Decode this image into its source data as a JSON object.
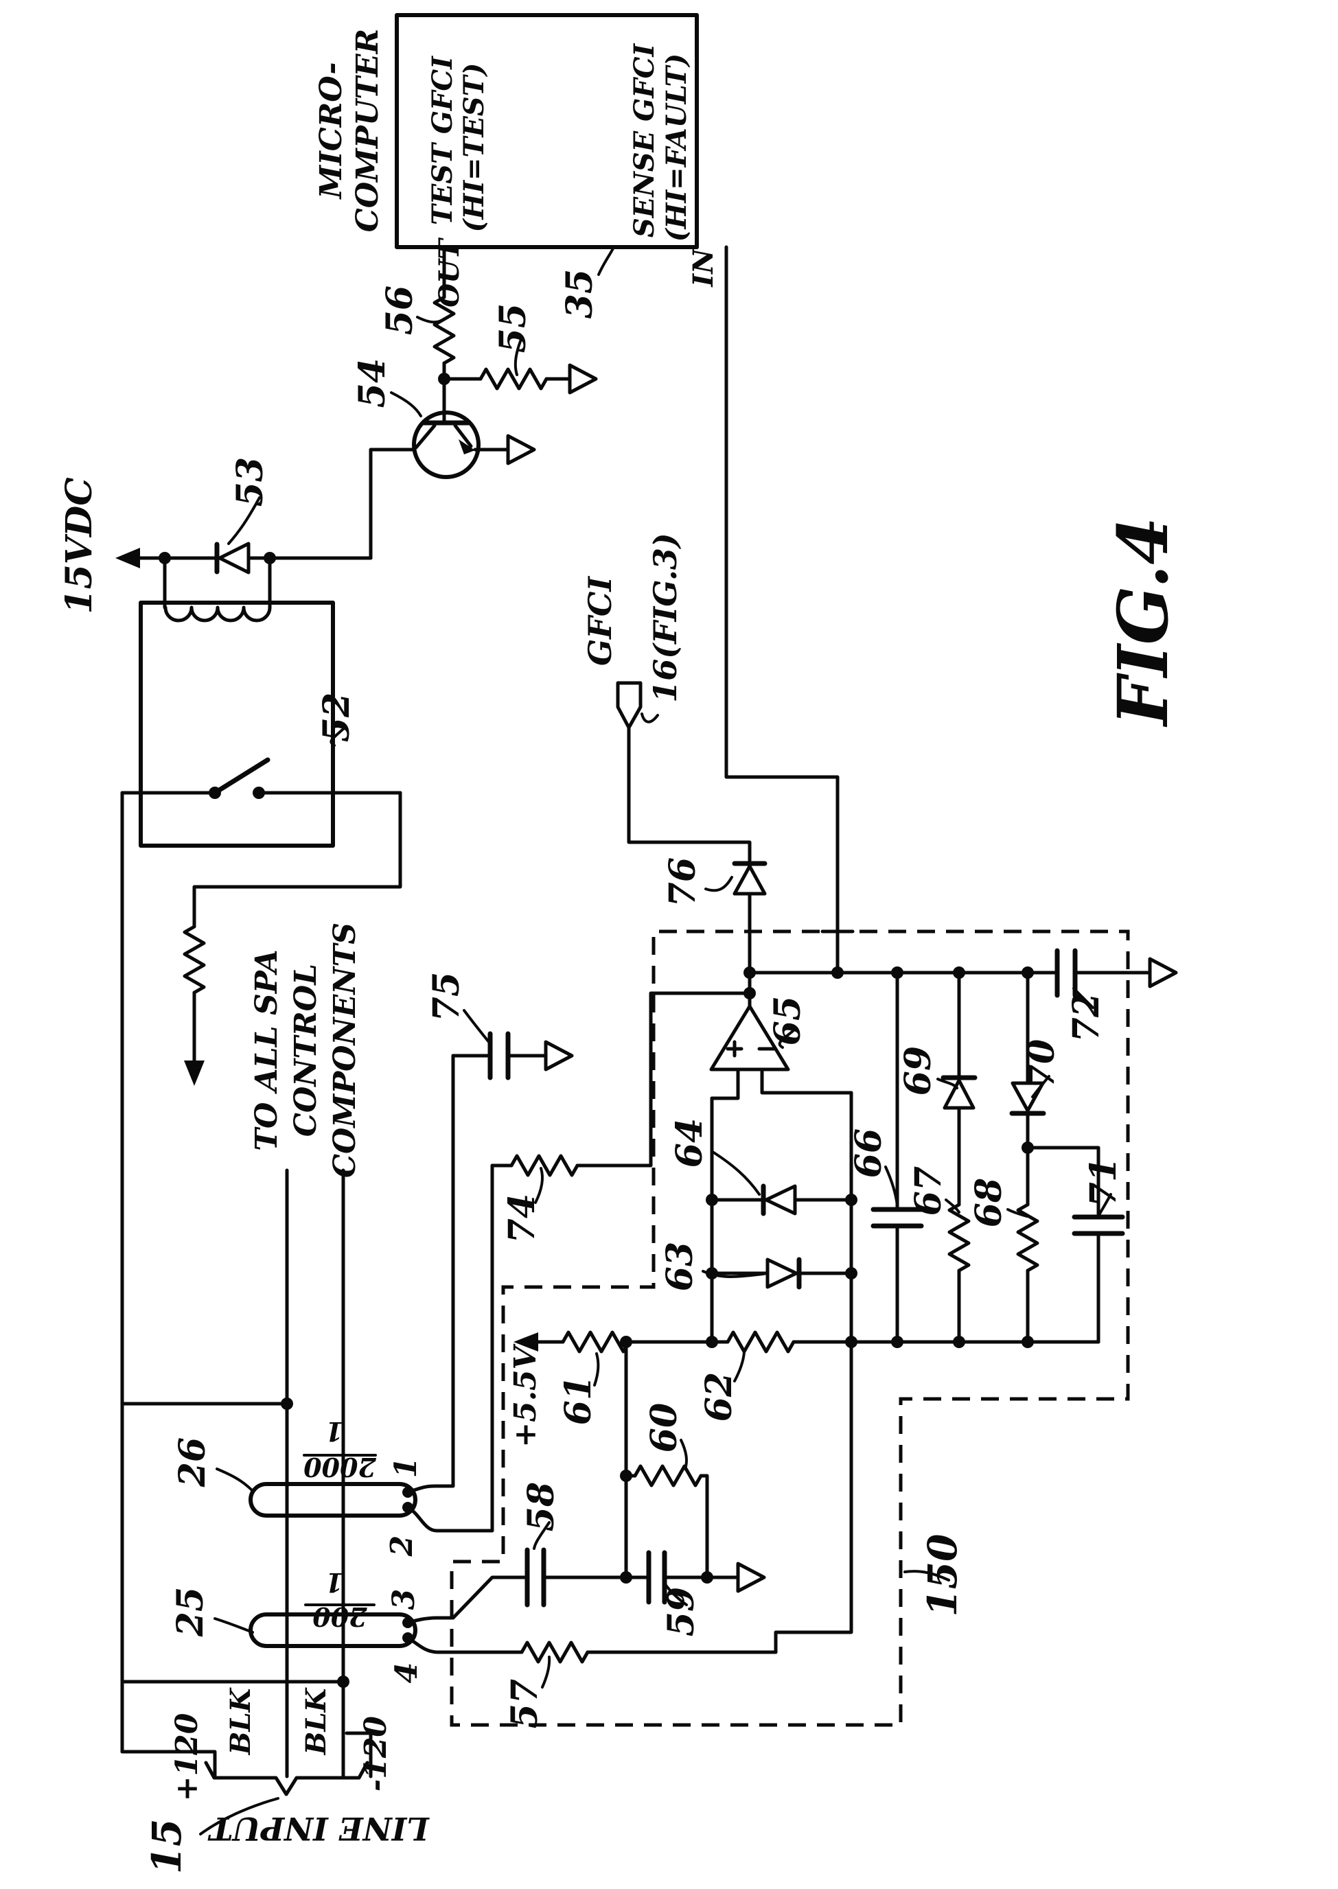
{
  "figure": {
    "type": "patent-circuit-schematic",
    "caption": "FIG.4",
    "orientation": "rotated-90-ccw",
    "ink_color": "#0a0a0a",
    "paper_color": "#ffffff"
  },
  "microcomputer": {
    "name_line1": "MICRO-",
    "name_line2": "COMPUTER",
    "ref": "35",
    "pin_out_label": "OUT",
    "pin_in_label": "IN",
    "out_function_line1": "TEST GFCI",
    "out_function_line2": "(HI=TEST)",
    "in_function_line1": "SENSE GFCI",
    "in_function_line2": "(HI=FAULT)"
  },
  "labels": {
    "micro1": "MICRO-",
    "micro2": "COMPUTER",
    "test1": "TEST GFCI",
    "test2": "(HI=TEST)",
    "sense1": "SENSE GFCI",
    "sense2": "(HI=FAULT)",
    "out": "OUT",
    "in_pin": "IN",
    "n35": "35",
    "n56": "56",
    "n54": "54",
    "n55": "55",
    "n53": "53",
    "v15vdc": "15VDC",
    "n52": "52",
    "gfci": "GFCI",
    "gfci_ref": "16(FIG.3)",
    "fig4": "FIG.4",
    "n76": "76",
    "spa1": "TO ALL SPA",
    "spa2": "CONTROL",
    "spa3": "COMPONENTS",
    "n75": "75",
    "n74": "74",
    "n65": "65",
    "n64": "64",
    "n63": "63",
    "n66": "66",
    "n67": "67",
    "n68": "68",
    "n69": "69",
    "n70": "70",
    "n71": "71",
    "n72": "72",
    "plus55v": "+5.5V",
    "n61": "61",
    "n62": "62",
    "n60": "60",
    "n26": "26",
    "ct26_top": "1",
    "ct26_bottom": "2000",
    "tap1": "1",
    "tap2": "2",
    "n58": "58",
    "n59": "59",
    "n25": "25",
    "ct25_top": "1",
    "ct25_bottom": "200",
    "tap3": "3",
    "tap4": "4",
    "n57": "57",
    "n150": "150",
    "p120": "+120",
    "blk_left": "BLK",
    "blk_right": "BLK",
    "m120": "-120",
    "line_input": "LINE INPUT",
    "n15": "15"
  }
}
